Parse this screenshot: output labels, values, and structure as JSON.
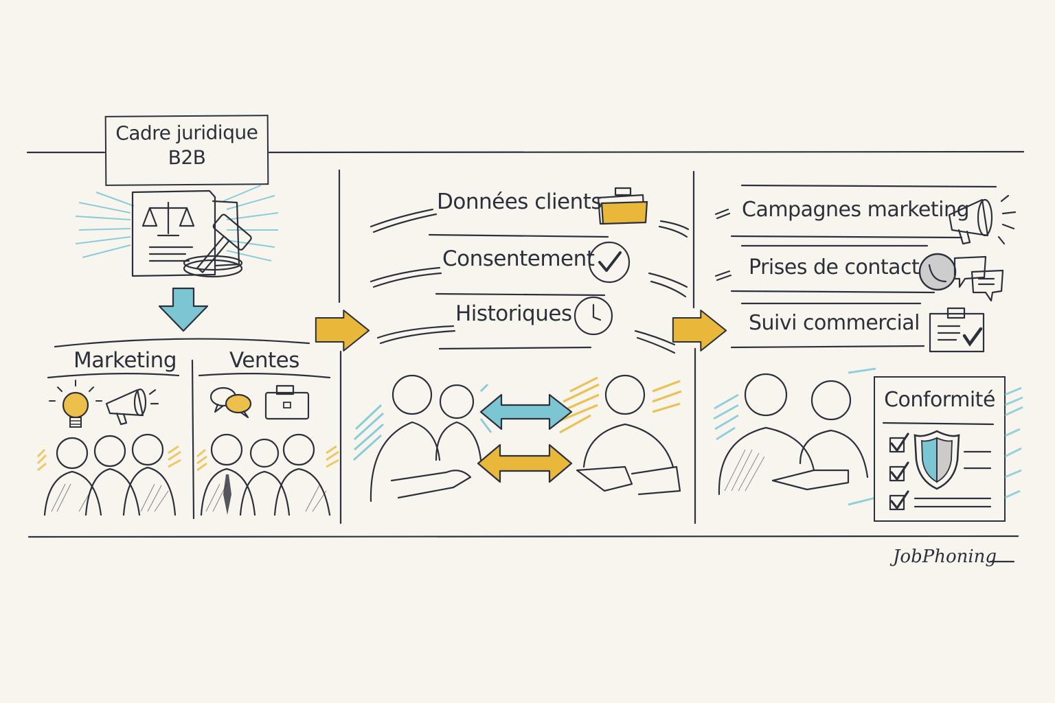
{
  "colors": {
    "background": "#f8f5ee",
    "ink": "#2b303a",
    "accent_yellow": "#e9b73a",
    "accent_blue": "#6ec3d4"
  },
  "column1": {
    "title_box": {
      "line1": "Cadre juridique",
      "line2": "B2B"
    },
    "hero_icons": [
      "document-icon",
      "scales-of-justice-icon",
      "gavel-icon"
    ],
    "down_arrow": "down-arrow-icon",
    "groups": [
      {
        "label": "Marketing",
        "icons": [
          "lightbulb-icon",
          "megaphone-icon"
        ],
        "people": 3
      },
      {
        "label": "Ventes",
        "icons": [
          "chat-bubbles-icon",
          "briefcase-icon"
        ],
        "people": 3
      }
    ]
  },
  "column2": {
    "items": [
      {
        "label": "Données clients",
        "icon": "folder-icon"
      },
      {
        "label": "Consentement",
        "icon": "checkmark-circle-icon"
      },
      {
        "label": "Historiques",
        "icon": "clock-icon"
      }
    ],
    "scene": {
      "description": "handshake-exchange",
      "arrows": [
        "blue-double-arrow",
        "yellow-double-arrow"
      ]
    }
  },
  "column3": {
    "items": [
      {
        "label": "Campagnes marketing",
        "icon": "megaphone-icon"
      },
      {
        "label": "Prises de contact",
        "icon": "phone-chat-icon"
      },
      {
        "label": "Suivi commercial",
        "icon": "clipboard-check-icon"
      }
    ],
    "compliance_card": {
      "title": "Conformité",
      "checkbox_count": 3,
      "icon": "shield-icon"
    }
  },
  "flow_arrows": [
    "right-arrow-1",
    "right-arrow-2"
  ],
  "signature": "JobPhoning"
}
